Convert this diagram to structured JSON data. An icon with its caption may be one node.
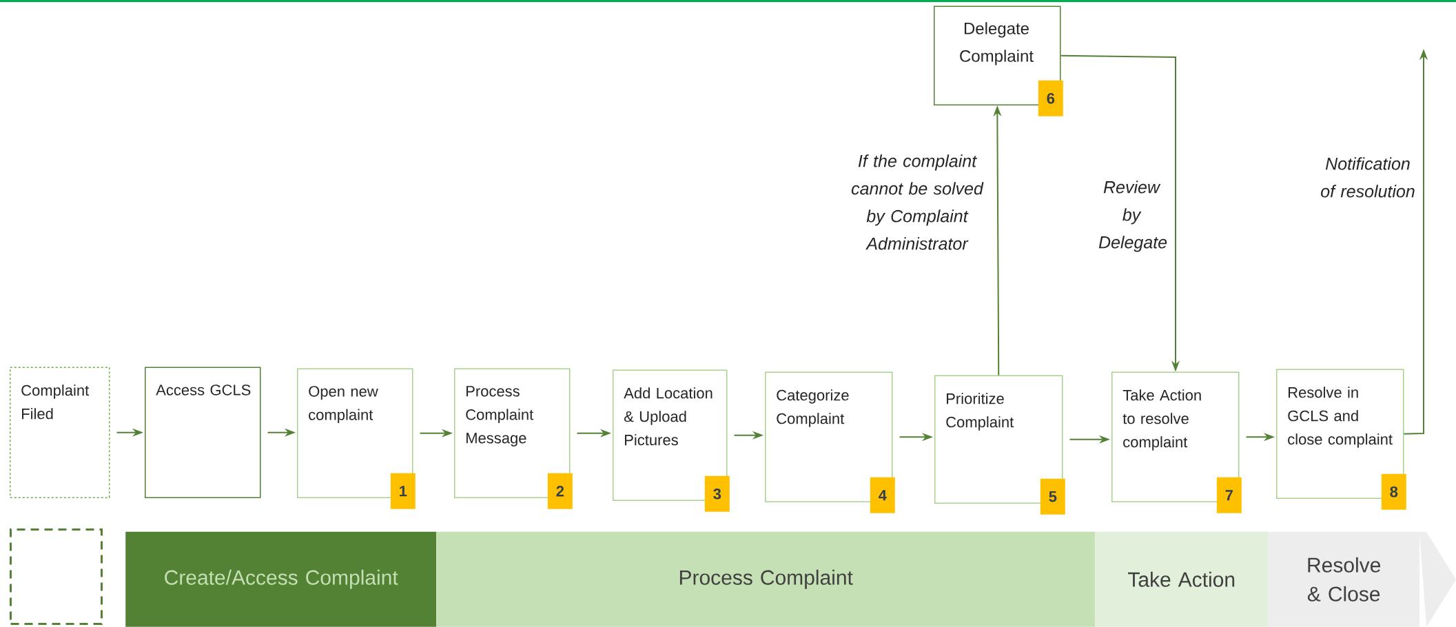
{
  "diagram": {
    "nodes": [
      {
        "text": [
          "Complaint Filed"
        ]
      },
      {
        "text": [
          "Access GCLS"
        ]
      },
      {
        "text": [
          "Open new complaint",
          "1"
        ]
      },
      {
        "text": [
          "Process Complaint Message",
          "2"
        ]
      },
      {
        "text": [
          "Add Location & Upload Pictures",
          "3"
        ]
      },
      {
        "text": [
          "Categorize Complaint",
          "4"
        ]
      },
      {
        "text": [
          "Prioritize Complaint",
          "5"
        ]
      },
      {
        "text": [
          "Delegate Complaint",
          "6"
        ]
      },
      {
        "text": [
          "Take Action to resolve complaint",
          "7"
        ]
      },
      {
        "text": [
          "Resolve in GCLS and close complaint",
          "8"
        ]
      },
      {
        "text": [],
        "shape": "box"
      },
      {
        "text": [
          "Create/Access Complaint"
        ]
      },
      {
        "text": [
          "Process Complaint"
        ]
      },
      {
        "text": [
          "Take Action"
        ]
      },
      {
        "text": [
          "Resolve & Close"
        ]
      }
    ],
    "edges": [
      {
        "from": 0,
        "to": 1,
        "arrow": "to"
      },
      {
        "from": 1,
        "to": 2,
        "arrow": "to"
      },
      {
        "from": 2,
        "to": 3,
        "arrow": "to"
      },
      {
        "from": 3,
        "to": 4,
        "arrow": "to"
      },
      {
        "from": 4,
        "to": 5,
        "arrow": "to"
      },
      {
        "from": 5,
        "to": 6,
        "arrow": "to"
      },
      {
        "from": 6,
        "to": 7,
        "arrow": "to",
        "label": "If the complaint cannot be solved by Complaint Administrator"
      },
      {
        "from": 7,
        "to": 8,
        "arrow": "to",
        "label": "Review by Delegate"
      },
      {
        "from": 6,
        "to": 8,
        "arrow": "to"
      },
      {
        "from": 8,
        "to": 9,
        "arrow": "to"
      },
      {
        "from": 9,
        "to": null,
        "arrow": "to",
        "label": "Notification of resolution"
      }
    ]
  }
}
